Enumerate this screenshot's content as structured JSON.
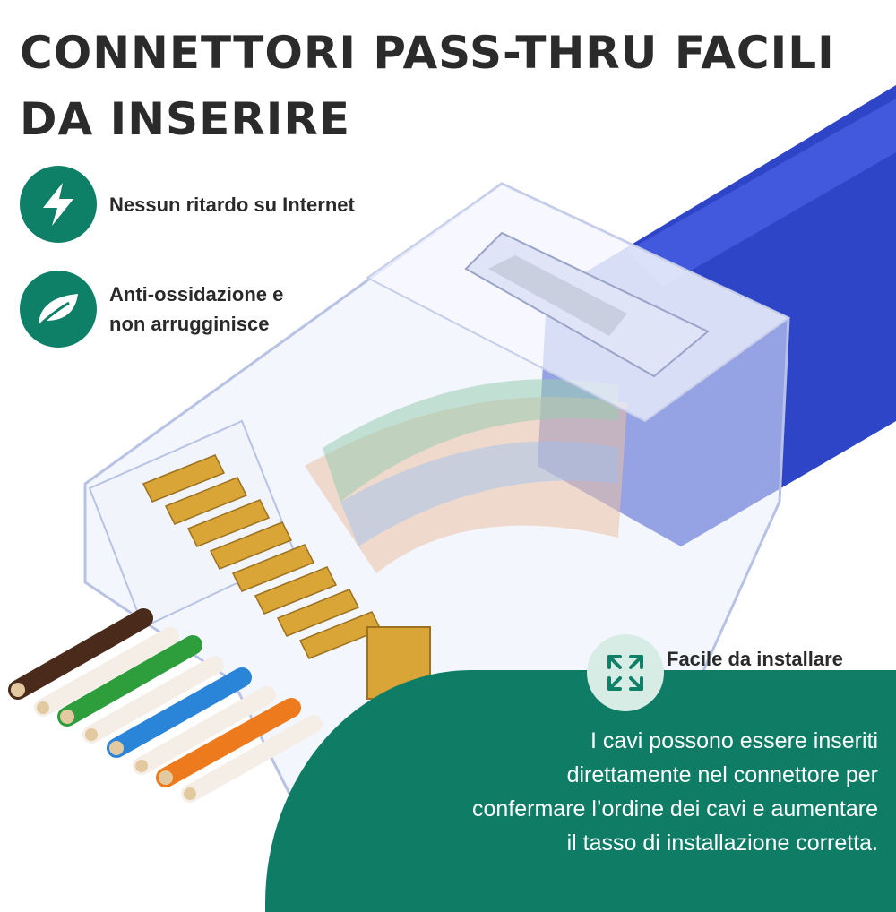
{
  "headline": {
    "line1": "CONNETTORI PASS-THRU FACILI",
    "line2": "DA INSERIRE"
  },
  "features": [
    {
      "icon": "lightning-bolt-icon",
      "lines": [
        "Nessun ritardo su Internet"
      ]
    },
    {
      "icon": "leaf-icon",
      "lines": [
        "Anti-ossidazione e",
        "non arrugginisce"
      ]
    }
  ],
  "install": {
    "icon": "expand-arrows-icon",
    "label": "Facile da installare",
    "description": [
      "I cavi possono essere inseriti",
      "direttamente nel connettore per",
      "confermare l’ordine dei cavi e aumentare",
      "il tasso di installazione corretta."
    ]
  },
  "colors": {
    "accent_green": "#0f8068",
    "title_text": "#2b2b2b",
    "cable_blue": "#2f45c8",
    "wire_colors": [
      "#4a2a1a",
      "#f4eee6",
      "#2e9e3c",
      "#f4eee6",
      "#2a84d8",
      "#f4eee6",
      "#ee7a1e",
      "#f4eee6"
    ]
  }
}
